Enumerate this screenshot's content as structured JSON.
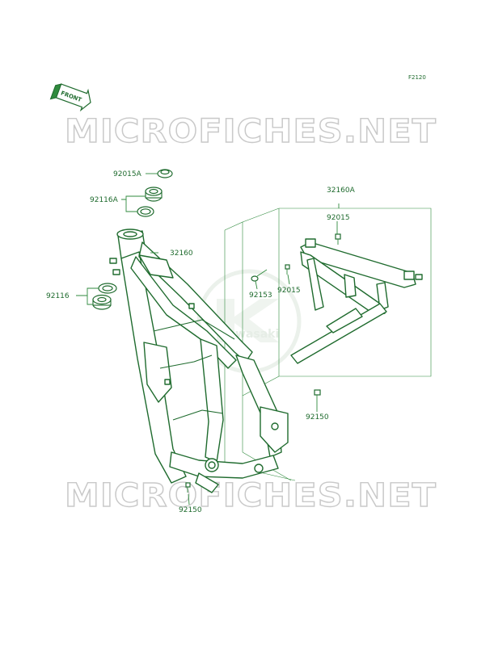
{
  "ref_code": "F2120",
  "front_arrow": {
    "label": "FRONT",
    "icon": "front-arrow-icon"
  },
  "watermark": {
    "text": "MICROFICHES.NET"
  },
  "logo": {
    "text": "Kawasaki",
    "icon": "kawasaki-logo-icon"
  },
  "parts": [
    {
      "id": "p1",
      "number": "92015A"
    },
    {
      "id": "p2",
      "number": "92116A"
    },
    {
      "id": "p3",
      "number": "32160"
    },
    {
      "id": "p4",
      "number": "92116"
    },
    {
      "id": "p5",
      "number": "32160A"
    },
    {
      "id": "p6",
      "number": "92015"
    },
    {
      "id": "p7",
      "number": "92153"
    },
    {
      "id": "p8",
      "number": "92015"
    },
    {
      "id": "p9",
      "number": "92150"
    },
    {
      "id": "p10",
      "number": "92150"
    }
  ],
  "colors": {
    "line": "#1f6b2e",
    "watermark_stroke": "#c9c9c9",
    "logo": "#e6eee6"
  }
}
